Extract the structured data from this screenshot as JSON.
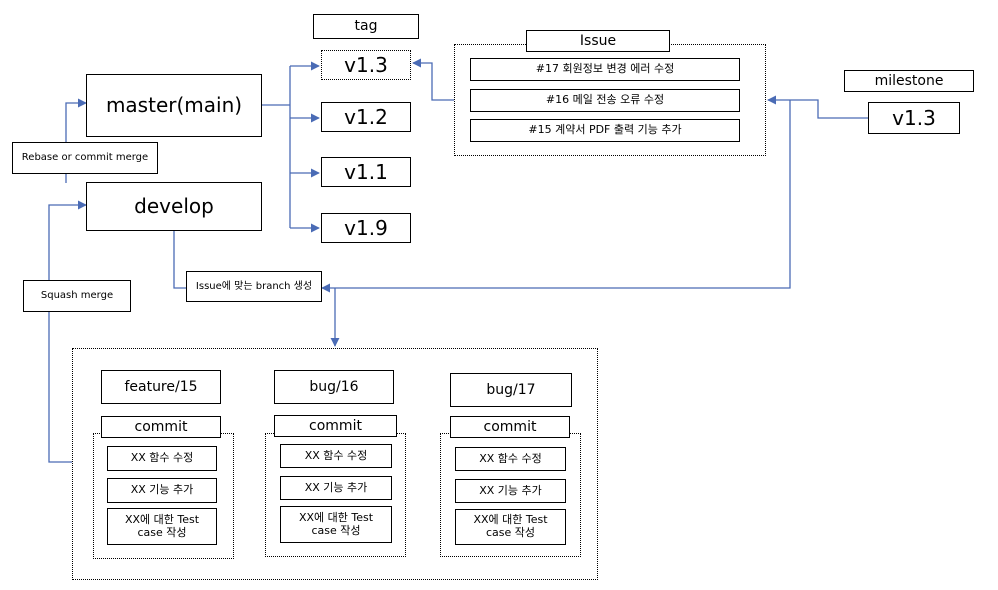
{
  "branches": {
    "master": "master(main)",
    "develop": "develop"
  },
  "merge_labels": {
    "rebase": "Rebase or commit merge",
    "squash": "Squash merge",
    "issue_branch": "Issue에 맞는 branch 생성"
  },
  "tags": {
    "title": "tag",
    "items": [
      "v1.3",
      "v1.2",
      "v1.1",
      "v1.9"
    ]
  },
  "issues": {
    "title": "Issue",
    "items": [
      "#17 회원정보 변경 에러 수정",
      "#16 메일 전송 오류 수정",
      "#15 계약서 PDF 출력 기능 추가"
    ]
  },
  "milestone": {
    "title": "milestone",
    "value": "v1.3"
  },
  "feature_branches": [
    {
      "name": "feature/15",
      "commit_title": "commit",
      "commits": [
        "XX 함수 수정",
        "XX 기능 추가",
        "XX에 대한 Test\ncase 작성"
      ]
    },
    {
      "name": "bug/16",
      "commit_title": "commit",
      "commits": [
        "XX 함수 수정",
        "XX 기능 추가",
        "XX에 대한 Test\ncase 작성"
      ]
    },
    {
      "name": "bug/17",
      "commit_title": "commit",
      "commits": [
        "XX 함수 수정",
        "XX 기능 추가",
        "XX에 대한 Test\ncase 작성"
      ]
    }
  ],
  "colors": {
    "connector": "#4a6bb5",
    "border": "#000000"
  }
}
